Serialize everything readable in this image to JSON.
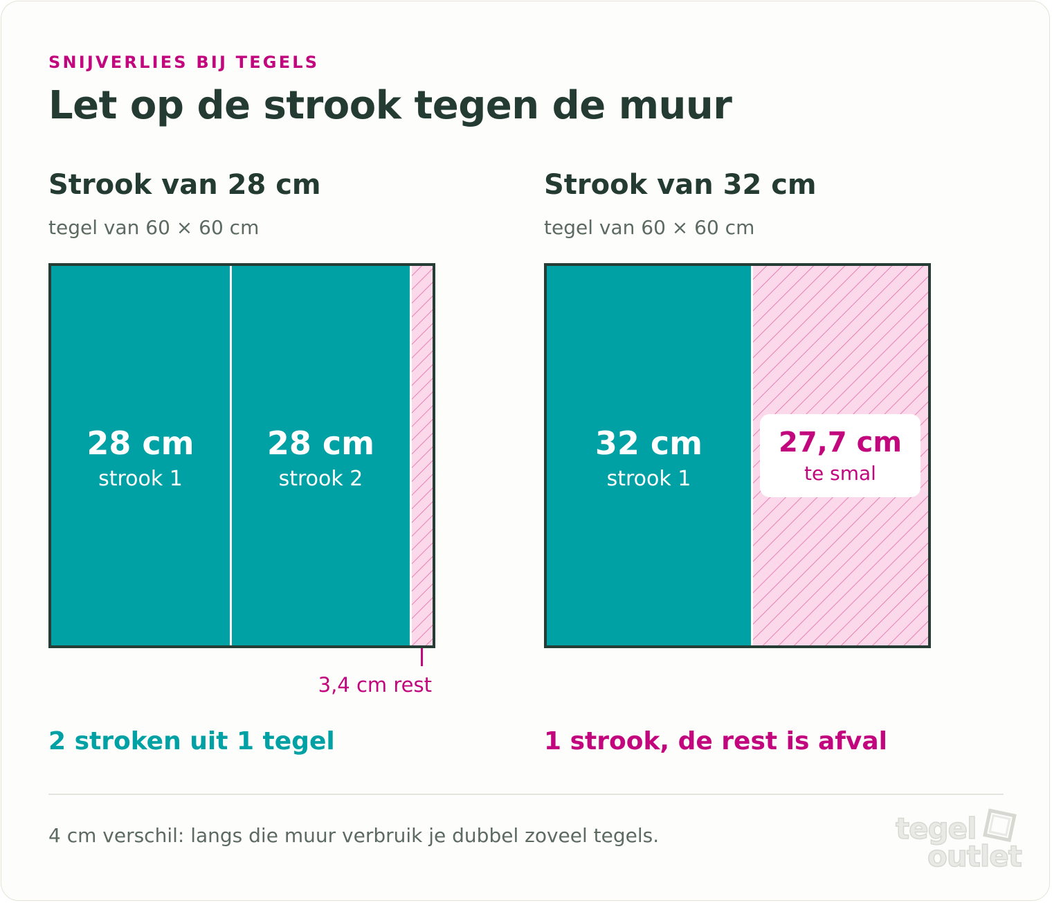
{
  "header": {
    "kicker": "SNIJVERLIES BIJ TEGELS",
    "title": "Let op de strook tegen de muur"
  },
  "colors": {
    "usable_strip": "#00a1a5",
    "waste": "#c2077e",
    "waste_fill": "#fbd9ea",
    "outline": "#263d35"
  },
  "panels": [
    {
      "title": "Strook van 28 cm",
      "subtitle": "tegel van 60 × 60 cm",
      "strips": [
        {
          "value": "28 cm",
          "label": "strook 1"
        },
        {
          "value": "28 cm",
          "label": "strook 2"
        }
      ],
      "rest_label": "3,4 cm rest",
      "verdict": "2 stroken uit 1 tegel"
    },
    {
      "title": "Strook van 32 cm",
      "subtitle": "tegel van 60 × 60 cm",
      "strips": [
        {
          "value": "32 cm",
          "label": "strook 1"
        }
      ],
      "waste": {
        "value": "27,7 cm",
        "label": "te smal"
      },
      "verdict": "1 strook, de rest is afval"
    }
  ],
  "footer": {
    "note": "4 cm verschil: langs die muur verbruik je dubbel zoveel tegels.",
    "logo_line1": "tegel",
    "logo_line2": "outlet"
  }
}
